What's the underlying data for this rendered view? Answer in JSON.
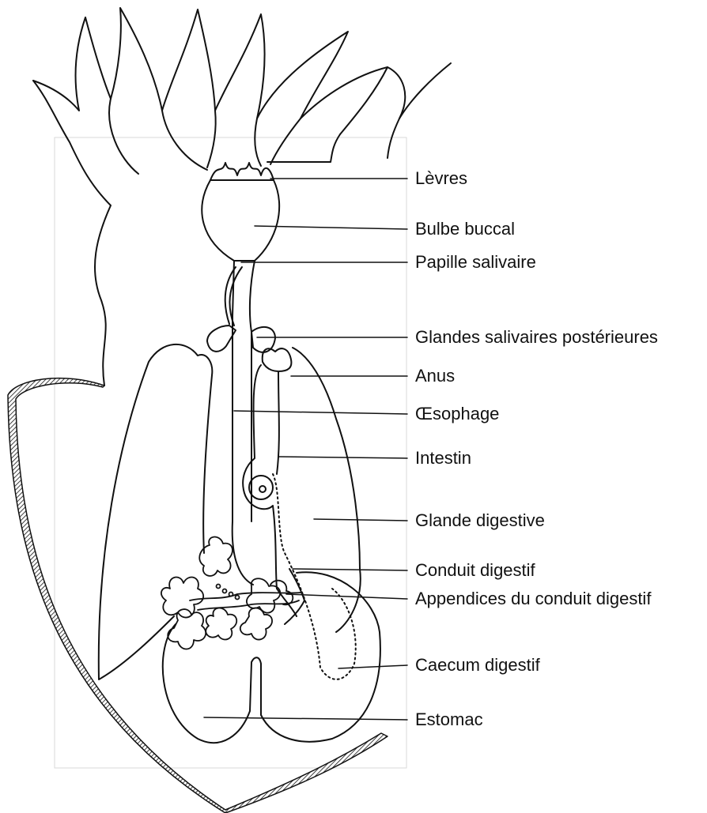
{
  "diagram": {
    "labels": [
      "Lèvres",
      "Bulbe buccal",
      "Papille salivaire",
      "Glandes salivaires postérieures",
      "Anus",
      "Œsophage",
      "Intestin",
      "Glande digestive",
      "Conduit digestif",
      "Appendices du conduit digestif",
      "Caecum digestif",
      "Estomac"
    ]
  },
  "colors": {
    "ink": "#111111",
    "background": "#ffffff",
    "frame": "#d9d9d9"
  }
}
